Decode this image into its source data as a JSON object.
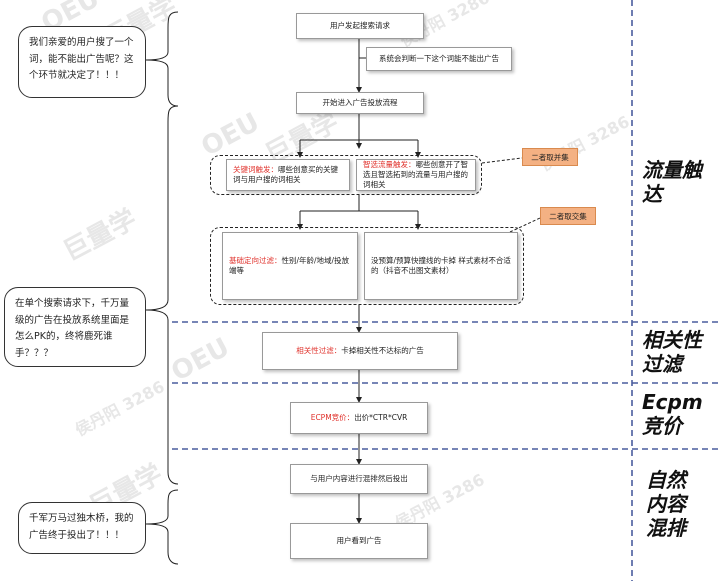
{
  "colors": {
    "highlight": "#e0312b",
    "tag_fill": "#f4b183",
    "separator": "#4a5d9e"
  },
  "steps": {
    "search_request": "用户发起搜索请求",
    "system_check": "系统会判断一下这个词能不能出广告",
    "start_flow": "开始进入广告投放流程",
    "keyword_trigger_label": "关键词触发：",
    "keyword_trigger_text": "哪些创意买的关键词与用户搜的词相关",
    "smart_traffic_label": "智选流量触发：",
    "smart_traffic_text": "哪些创意开了智选且智选拓到的流量与用户搜的词相关",
    "union_tag": "二者取并集",
    "targeting_filter_label": "基础定向过滤：",
    "targeting_filter_text": "性别/年龄/地域/投放端等",
    "budget_filter_text": "没预算/预算快撞线的卡掉 样式素材不合适的（抖音不出图文素材）",
    "intersection_tag": "二者取交集",
    "relevance_filter_label": "相关性过滤：",
    "relevance_filter_text": "卡掉相关性不达标的广告",
    "ecpm_label": "ECPM竞价：",
    "ecpm_text": "出价*CTR*CVR",
    "mix_rank": "与用户内容进行混排然后投出",
    "user_sees_ad": "用户看到广告"
  },
  "comments": {
    "c1": "我们亲爱的用户搜了一个词，能不能出广告呢？这个环节就决定了！！！",
    "c2": "在单个搜索请求下，千万量级的广告在投放系统里面是怎么PK的，终将鹿死谁手？？？",
    "c3": "千军万马过独木桥，我的广告终于投出了！！！"
  },
  "stages": {
    "traffic_trigger": "流量触达",
    "relevance_filter": "相关性过滤",
    "ecpm_bidding": "Ecpm竞价",
    "natural_mix": "自然内容混排"
  },
  "watermark": {
    "brand": "巨量学",
    "id": "侯丹阳 3286",
    "logo": "OEU"
  }
}
